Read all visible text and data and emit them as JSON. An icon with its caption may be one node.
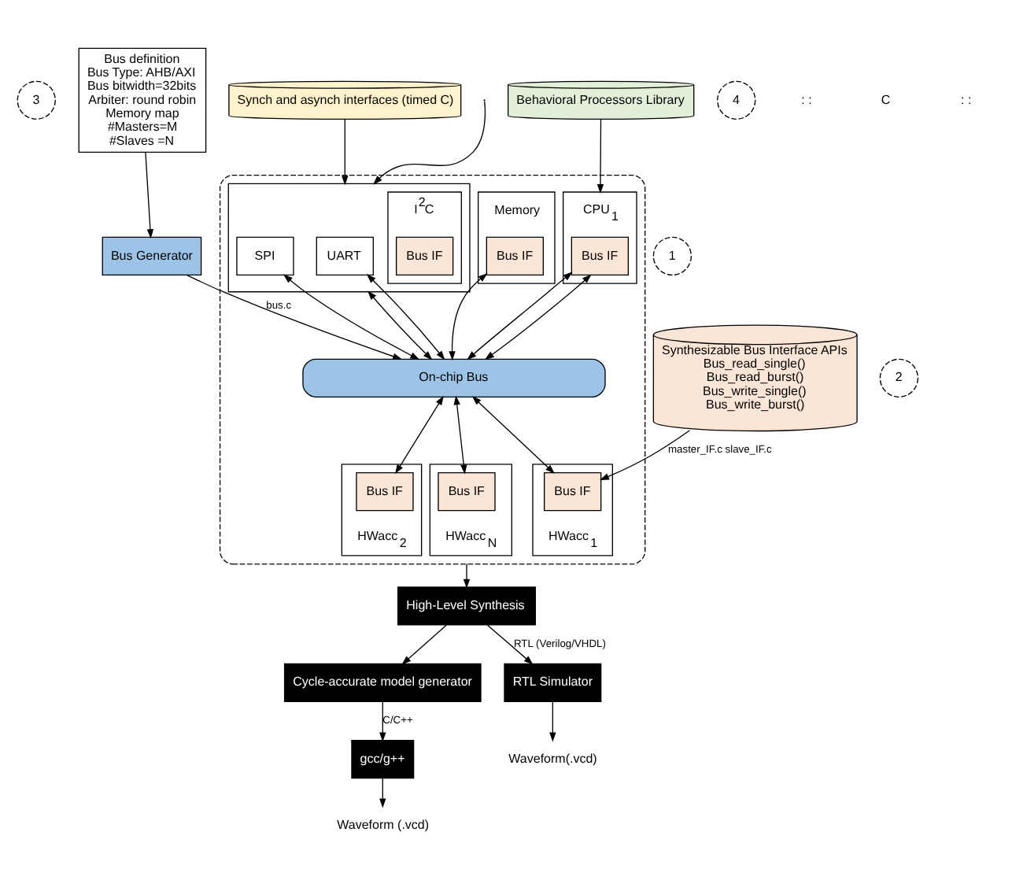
{
  "diagram": {
    "nodes": [
      {
        "text": [
          "3"
        ]
      },
      {
        "text": [
          "Behavioral Processors Library"
        ]
      },
      {
        "text": [
          "4"
        ]
      },
      {
        "text": [
          "Synch and asynch interfaces (timed C)"
        ]
      },
      {
        "text": [
          "Bus definition",
          "Bus Type: AHB/AXI",
          "Bus bitwidth=32bits",
          "Arbiter: round robin",
          "Memory map",
          "#Masters=M",
          "#Slaves =N"
        ]
      },
      {
        "text": [
          "1"
        ]
      },
      {
        "text": [
          "Bus Generator"
        ]
      },
      {
        "text": [
          "2"
        ]
      },
      {
        "text": [
          "Synthesizable Bus Interface APIs",
          "Bus_read_single()",
          "Bus_read_burst()",
          "Bus_write_single()",
          "Bus_write_burst()"
        ]
      },
      {
        "text": [],
        "shape": "box"
      },
      {
        "text": [
          "CPU$_{1}$"
        ],
        "in": 9
      },
      {
        "text": [
          "Bus IF"
        ],
        "in": 10
      },
      {
        "text": [
          "Memory"
        ],
        "in": 9
      },
      {
        "text": [
          "Bus IF"
        ],
        "in": 12
      },
      {
        "text": [],
        "shape": "box",
        "in": 9
      },
      {
        "text": [
          "I$^{2}$C"
        ],
        "in": 14
      },
      {
        "text": [
          "Bus IF"
        ],
        "in": 15
      },
      {
        "text": [
          "SPI"
        ],
        "in": 14
      },
      {
        "text": [
          "UART"
        ],
        "in": 14
      },
      {
        "text": [
          "On-chip Bus"
        ],
        "in": 9
      },
      {
        "text": [
          "HWacc$_{1}$"
        ],
        "in": 9
      },
      {
        "text": [
          "Bus IF"
        ],
        "in": 20
      },
      {
        "text": [
          "HWacc$_{2}$"
        ],
        "in": 9
      },
      {
        "text": [
          "Bus IF"
        ],
        "in": 22
      },
      {
        "text": [
          "HWacc$_{N}$"
        ],
        "in": 9
      },
      {
        "text": [
          "Bus IF"
        ],
        "in": 24
      },
      {
        "text": [
          "High-Level Synthesis"
        ]
      },
      {
        "text": [
          "Cycle-accurate model generator"
        ]
      },
      {
        "text": [
          "RTL Simulator"
        ]
      },
      {
        "text": [
          "gcc/g++"
        ]
      },
      {
        "text": [
          "Waveform(.vcd)"
        ]
      },
      {
        "text": [
          "Waveform (.vcd)"
        ]
      }
    ],
    "edges": [
      {
        "from": 1,
        "to": 10,
        "arrow": "to"
      },
      {
        "from": 3,
        "to": 14,
        "arrow": "to"
      },
      {
        "from": 4,
        "to": 6,
        "arrow": "to"
      },
      {
        "from": 6,
        "to": 19,
        "arrow": "to",
        "label": "bus.c"
      },
      {
        "from": 8,
        "to": 21,
        "arrow": "to",
        "label": "master_IF.c slave_IF.c"
      },
      {
        "from": 11,
        "to": 19,
        "arrow": "both"
      },
      {
        "from": 11,
        "to": 19,
        "arrow": "both"
      },
      {
        "from": 13,
        "to": 19,
        "arrow": "both"
      },
      {
        "from": 14,
        "to": 19,
        "arrow": "both"
      },
      {
        "from": 18,
        "to": 19,
        "arrow": "both"
      },
      {
        "from": 17,
        "to": 19,
        "arrow": "both"
      },
      {
        "from": null,
        "to": 14,
        "arrow": "to"
      },
      {
        "from": 19,
        "to": 21,
        "arrow": "both"
      },
      {
        "from": 19,
        "to": 23,
        "arrow": "both"
      },
      {
        "from": 19,
        "to": 25,
        "arrow": "both"
      },
      {
        "from": 9,
        "to": 26,
        "arrow": "to"
      },
      {
        "from": 26,
        "to": 27,
        "arrow": "to"
      },
      {
        "from": 26,
        "to": 28,
        "arrow": "to",
        "label": "RTL (Verilog/VHDL)"
      },
      {
        "from": 27,
        "to": 29,
        "arrow": "to",
        "label": "C/C++"
      },
      {
        "from": 28,
        "to": 30,
        "arrow": "to"
      },
      {
        "from": 29,
        "to": 31,
        "arrow": "to"
      }
    ],
    "labels": [
      ": :",
      "C",
      ": :"
    ]
  }
}
